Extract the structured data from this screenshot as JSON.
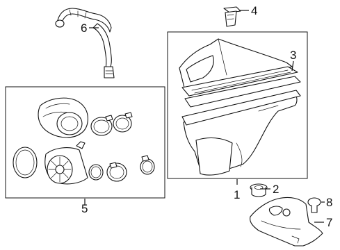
{
  "diagram": {
    "callouts": [
      {
        "label": "1"
      },
      {
        "label": "2"
      },
      {
        "label": "3"
      },
      {
        "label": "4"
      },
      {
        "label": "5"
      },
      {
        "label": "6"
      },
      {
        "label": "7"
      },
      {
        "label": "8"
      }
    ]
  }
}
